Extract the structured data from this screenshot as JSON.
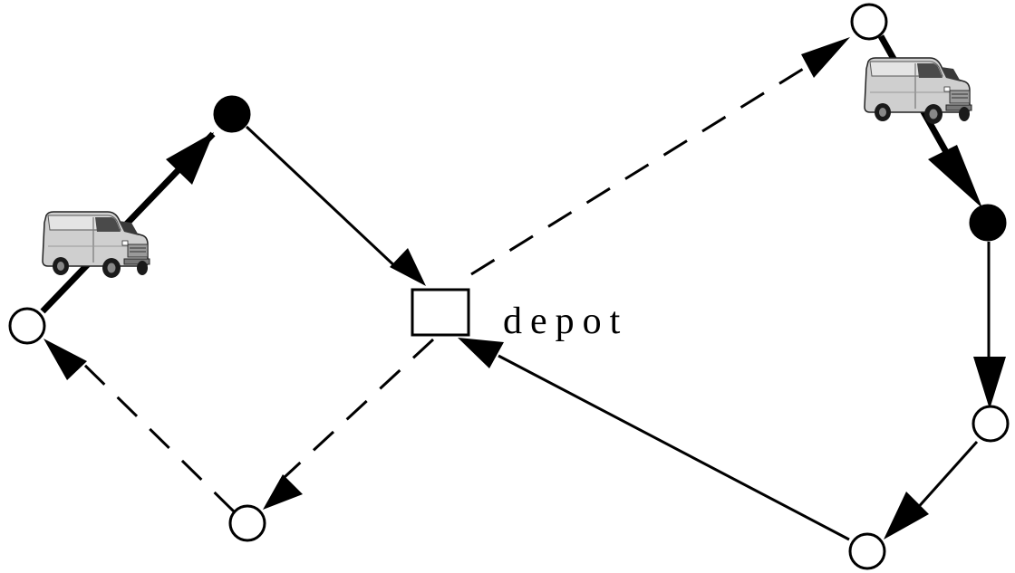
{
  "depot": {
    "label": "depot"
  },
  "nodes": [
    {
      "id": "n1",
      "kind": "visited",
      "state": "filled"
    },
    {
      "id": "n2",
      "kind": "customer",
      "state": "open"
    },
    {
      "id": "n3",
      "kind": "customer",
      "state": "open"
    },
    {
      "id": "n4",
      "kind": "customer",
      "state": "open"
    },
    {
      "id": "n5",
      "kind": "visited",
      "state": "filled"
    },
    {
      "id": "n6",
      "kind": "customer",
      "state": "open"
    },
    {
      "id": "n7",
      "kind": "customer",
      "state": "open"
    }
  ],
  "edges": [
    {
      "from": "n2",
      "to": "n1",
      "style": "bold"
    },
    {
      "from": "n1",
      "to": "depot",
      "style": "solid"
    },
    {
      "from": "depot",
      "to": "n3",
      "style": "dashed"
    },
    {
      "from": "n3",
      "to": "n2",
      "style": "dashed"
    },
    {
      "from": "depot",
      "to": "n4",
      "style": "dashed"
    },
    {
      "from": "n4",
      "to": "n5",
      "style": "bold"
    },
    {
      "from": "n5",
      "to": "n6",
      "style": "solid"
    },
    {
      "from": "n6",
      "to": "n7",
      "style": "solid"
    },
    {
      "from": "n7",
      "to": "depot",
      "style": "solid"
    }
  ],
  "vehicles": [
    {
      "id": "van-left",
      "icon": "van-icon"
    },
    {
      "id": "van-right",
      "icon": "van-icon"
    }
  ],
  "colors": {
    "stroke": "#000000",
    "van_body": "#c8c8c8",
    "van_shade": "#8a8a8a"
  }
}
